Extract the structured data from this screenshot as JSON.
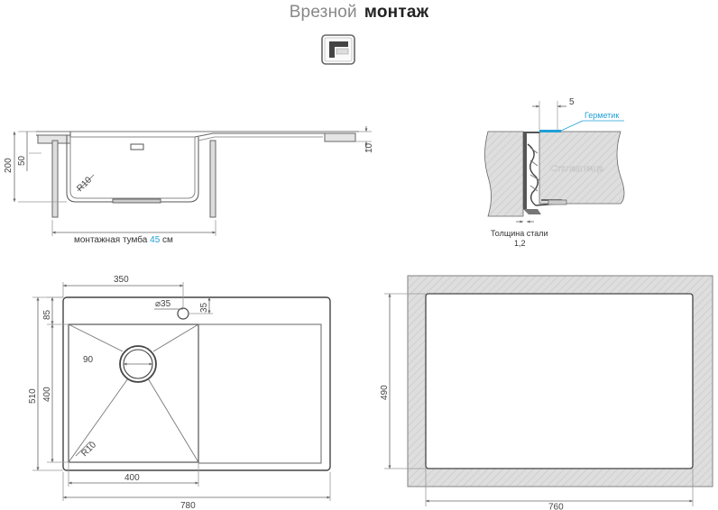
{
  "header": {
    "title_light": "Врезной",
    "title_bold": "монтаж",
    "icon": "undermount-icon"
  },
  "side_section": {
    "dim_200": "200",
    "dim_50": "50",
    "dim_10": "10",
    "radius": "R10",
    "cabinet_label": "монтажная тумба",
    "cabinet_value": "45",
    "cabinet_unit": "см"
  },
  "detail": {
    "dim_5": "5",
    "sealant": "Герметик",
    "countertop": "Столешница",
    "steel_label": "Толщина стали",
    "steel_value": "1,2"
  },
  "plan": {
    "dim_350": "350",
    "dim_hole": "⌀35",
    "dim_35": "35",
    "dim_85": "85",
    "dim_510": "510",
    "dim_400_v": "400",
    "dim_90": "90",
    "radius": "R10",
    "dim_400_h": "400",
    "dim_780": "780"
  },
  "cutout": {
    "dim_490": "490",
    "dim_760": "760"
  },
  "colors": {
    "line": "#555555",
    "dim": "#666666",
    "accent": "#1e9fd6",
    "stone": "#d9d9d9"
  }
}
